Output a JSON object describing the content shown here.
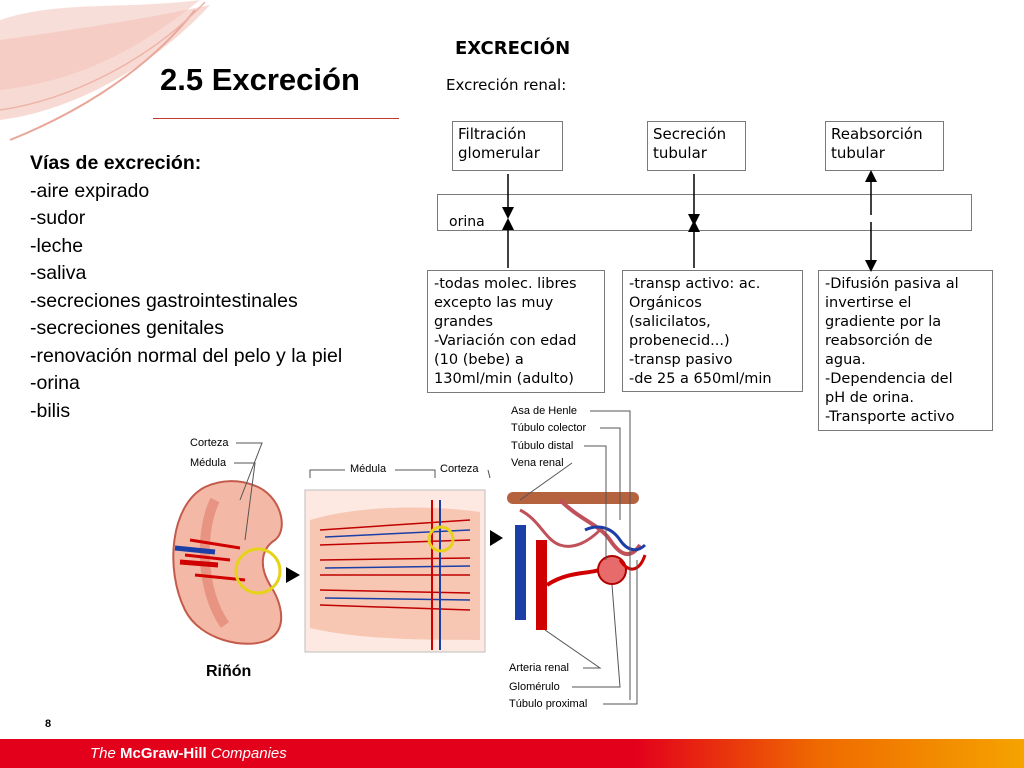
{
  "slide": {
    "title": "2.5 Excreción",
    "page_number": "8"
  },
  "vias": {
    "heading": "Vías de excreción:",
    "items": [
      "-aire expirado",
      "-sudor",
      "-leche",
      "-saliva",
      "-secreciones gastrointestinales",
      "-secreciones genitales",
      "-renovación normal del pelo y la piel",
      "-orina",
      "-bilis"
    ]
  },
  "figure": {
    "title": "EXCRECIÓN",
    "subtitle": "Excreción renal:",
    "processes": [
      {
        "line1": "Filtración",
        "line2": "glomerular"
      },
      {
        "line1": "Secreción",
        "line2": "tubular"
      },
      {
        "line1": "Reabsorción",
        "line2": "tubular"
      }
    ],
    "urine_label": "orina",
    "details": [
      [
        "-todas molec. libres",
        "excepto las muy",
        "grandes",
        "-Variación con edad",
        "(10 (bebe) a",
        "130ml/min (adulto)"
      ],
      [
        "-transp activo: ac.",
        "Orgánicos",
        "(salicilatos,",
        "probenecid...)",
        "-transp pasivo",
        "-de 25 a 650ml/min"
      ],
      [
        "-Difusión pasiva al",
        "invertirse el",
        "gradiente por la",
        "reabsorción de",
        "agua.",
        "-Dependencia del",
        "pH de orina.",
        "-Transporte activo"
      ]
    ]
  },
  "kidney_diagram": {
    "labels_left": [
      "Corteza",
      "Médula"
    ],
    "labels_mid": [
      "Médula",
      "Corteza"
    ],
    "labels_right_top": [
      "Asa de Henle",
      "Túbulo colector",
      "Túbulo distal",
      "Vena renal"
    ],
    "labels_right_bottom": [
      "Arteria renal",
      "Glomérulo",
      "Túbulo proximal"
    ],
    "caption": "Riñón"
  },
  "footer": {
    "prefix": "The ",
    "brand": "McGraw-Hill",
    "suffix": " Companies"
  }
}
